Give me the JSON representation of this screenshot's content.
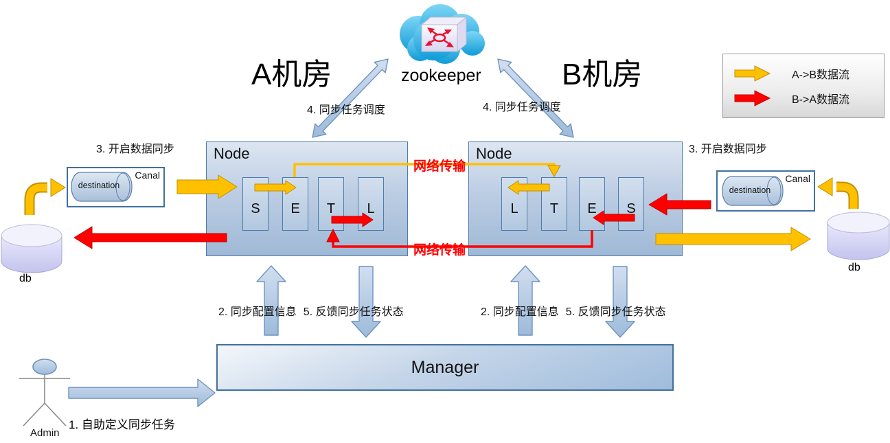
{
  "legend": {
    "items": [
      {
        "label": "A->B数据流"
      },
      {
        "label": "B->A数据流"
      }
    ]
  },
  "rooms": {
    "a": "A机房",
    "b": "B机房"
  },
  "zookeeper": {
    "label": "zookeeper"
  },
  "nodes": {
    "title_left": "Node",
    "title_right": "Node",
    "left_stages": [
      "S",
      "E",
      "T",
      "L"
    ],
    "right_stages": [
      "L",
      "T",
      "E",
      "S"
    ]
  },
  "canal": {
    "title": "Canal",
    "instance": "destination"
  },
  "db": {
    "label": "db"
  },
  "manager": {
    "label": "Manager"
  },
  "admin": {
    "label": "Admin"
  },
  "steps": {
    "step1": "1.  自助定义同步任务",
    "step2": "2. 同步配置信息",
    "step3": "3. 开启数据同步",
    "step4": "4. 同步任务调度",
    "step5": "5. 反馈同步任务状态",
    "network": "网络传输"
  },
  "colors": {
    "a_to_b_flow": "#FFC000",
    "b_to_a_flow": "#FF0000",
    "network_label": "#FF0000",
    "box_border": "#41719C"
  }
}
